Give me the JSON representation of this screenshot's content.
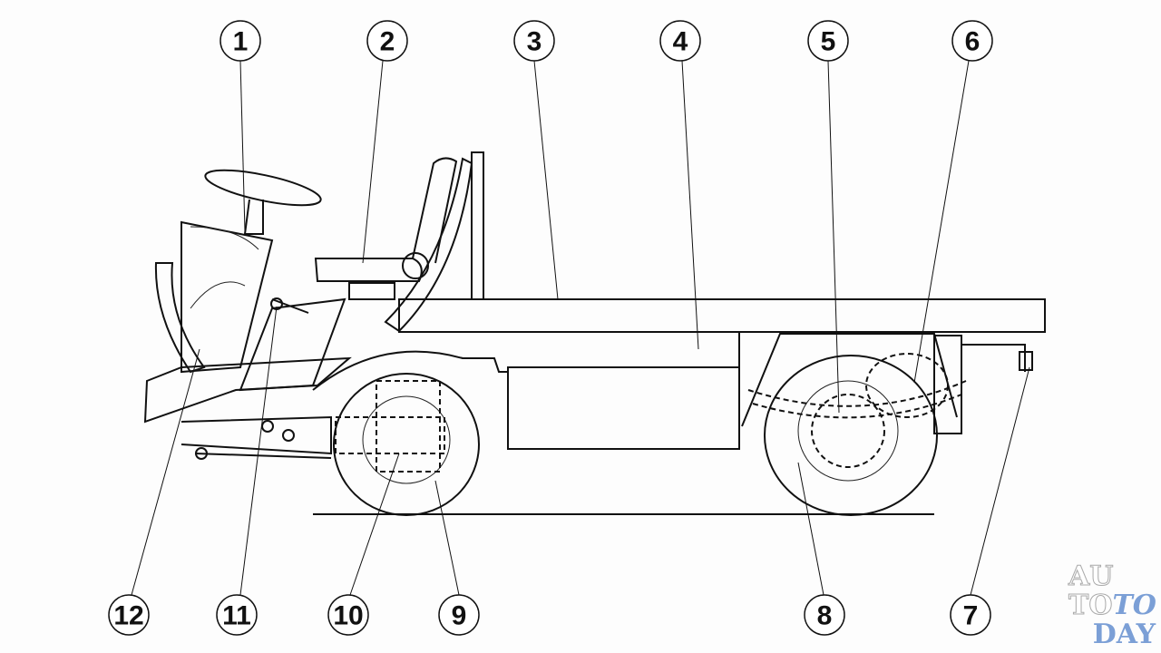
{
  "diagram": {
    "callouts": {
      "c1": "1",
      "c2": "2",
      "c3": "3",
      "c4": "4",
      "c5": "5",
      "c6": "6",
      "c7": "7",
      "c8": "8",
      "c9": "9",
      "c10": "10",
      "c11": "11",
      "c12": "12"
    }
  },
  "watermark": {
    "line1": "AU",
    "line2a": "TO",
    "line2b": "TO",
    "line3": "DAY"
  },
  "colors": {
    "line": "#111111",
    "watermark_blue": "#7b9fd6"
  }
}
